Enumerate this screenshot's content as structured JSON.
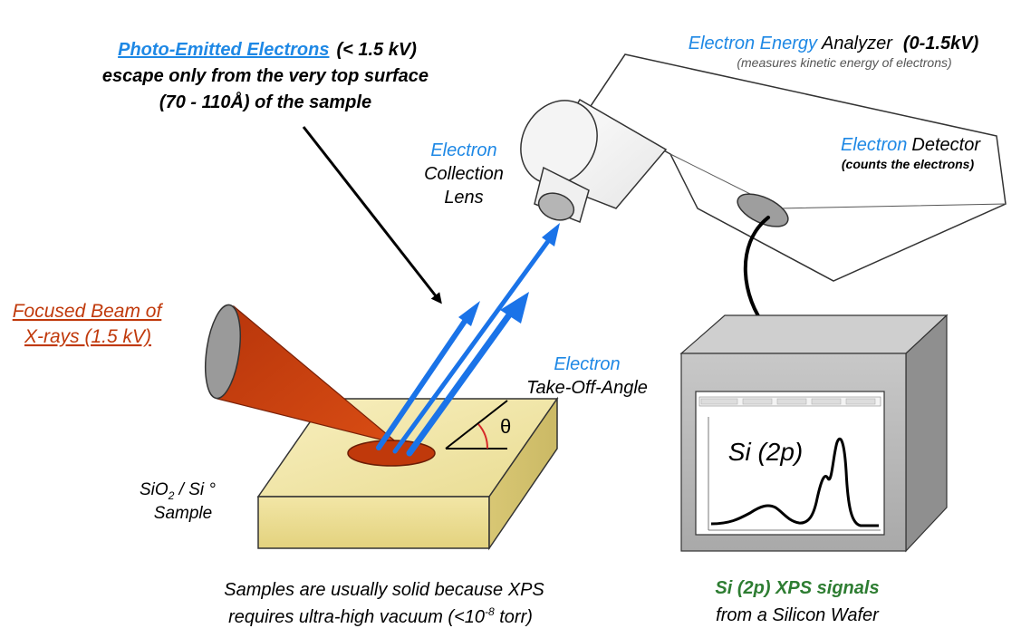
{
  "labels": {
    "photo_emitted": {
      "title": "Photo-Emitted Electrons",
      "voltage": "(< 1.5 kV)",
      "line2": "escape only from the very top surface",
      "line3": "(70 - 110Å) of the sample"
    },
    "analyzer": {
      "blue": "Electron Energy",
      "black": "Analyzer",
      "range": "(0-1.5kV)",
      "note": "(measures kinetic energy of electrons)"
    },
    "detector": {
      "blue": "Electron",
      "black": "Detector",
      "note": "(counts the electrons)"
    },
    "lens": {
      "line1": "Electron",
      "line2": "Collection",
      "line3": "Lens"
    },
    "xray": {
      "line1": "Focused Beam of",
      "line2": "X-rays (1.5 kV)"
    },
    "takeoff": {
      "line1": "Electron",
      "line2": "Take-Off-Angle",
      "angle_symbol": "θ"
    },
    "sample": {
      "line1_a": "SiO",
      "line1_sub": "2",
      "line1_b": " / Si °",
      "line2": "Sample"
    },
    "spectrum": {
      "label": "Si (2p)"
    },
    "vacuum_note": {
      "line1": "Samples are usually solid because XPS",
      "line2_a": "requires ultra-high vacuum (<10",
      "line2_sup": "-8",
      "line2_b": " torr)"
    },
    "signals": {
      "line1": "Si (2p) XPS signals",
      "line2": "from a Silicon Wafer"
    }
  },
  "colors": {
    "electron_blue": "#1a73e8",
    "label_blue": "#1e88e5",
    "xray_red": "#c0390b",
    "signal_green": "#2e7d32",
    "sample_top": "#f2e6a6",
    "sample_side": "#e7d98a"
  }
}
